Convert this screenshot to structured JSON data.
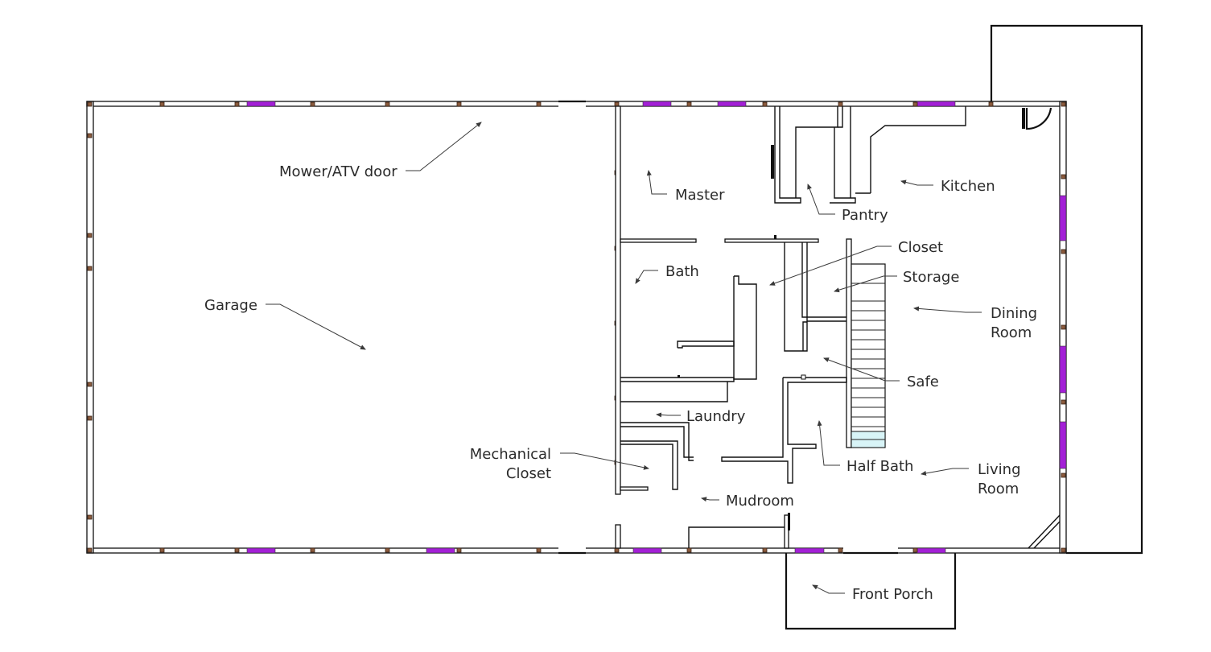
{
  "colors": {
    "wall": "#111111",
    "post": "#8b5a3c",
    "window": "#a31fd6",
    "stair_landing": "#d8f4f7",
    "label": "#2b2b2b"
  },
  "labels": {
    "mower_door": [
      "Mower/ATV door"
    ],
    "garage": [
      "Garage"
    ],
    "master": [
      "Master"
    ],
    "pantry": [
      "Pantry"
    ],
    "kitchen": [
      "Kitchen"
    ],
    "closet": [
      "Closet"
    ],
    "storage": [
      "Storage"
    ],
    "bath": [
      "Bath"
    ],
    "dining": [
      "Dining",
      "Room"
    ],
    "safe": [
      "Safe"
    ],
    "laundry": [
      "Laundry"
    ],
    "mechanical": [
      "Mechanical",
      "Closet"
    ],
    "half_bath": [
      "Half Bath"
    ],
    "living": [
      "Living",
      "Room"
    ],
    "mudroom": [
      "Mudroom"
    ],
    "front_porch": [
      "Front Porch"
    ]
  }
}
